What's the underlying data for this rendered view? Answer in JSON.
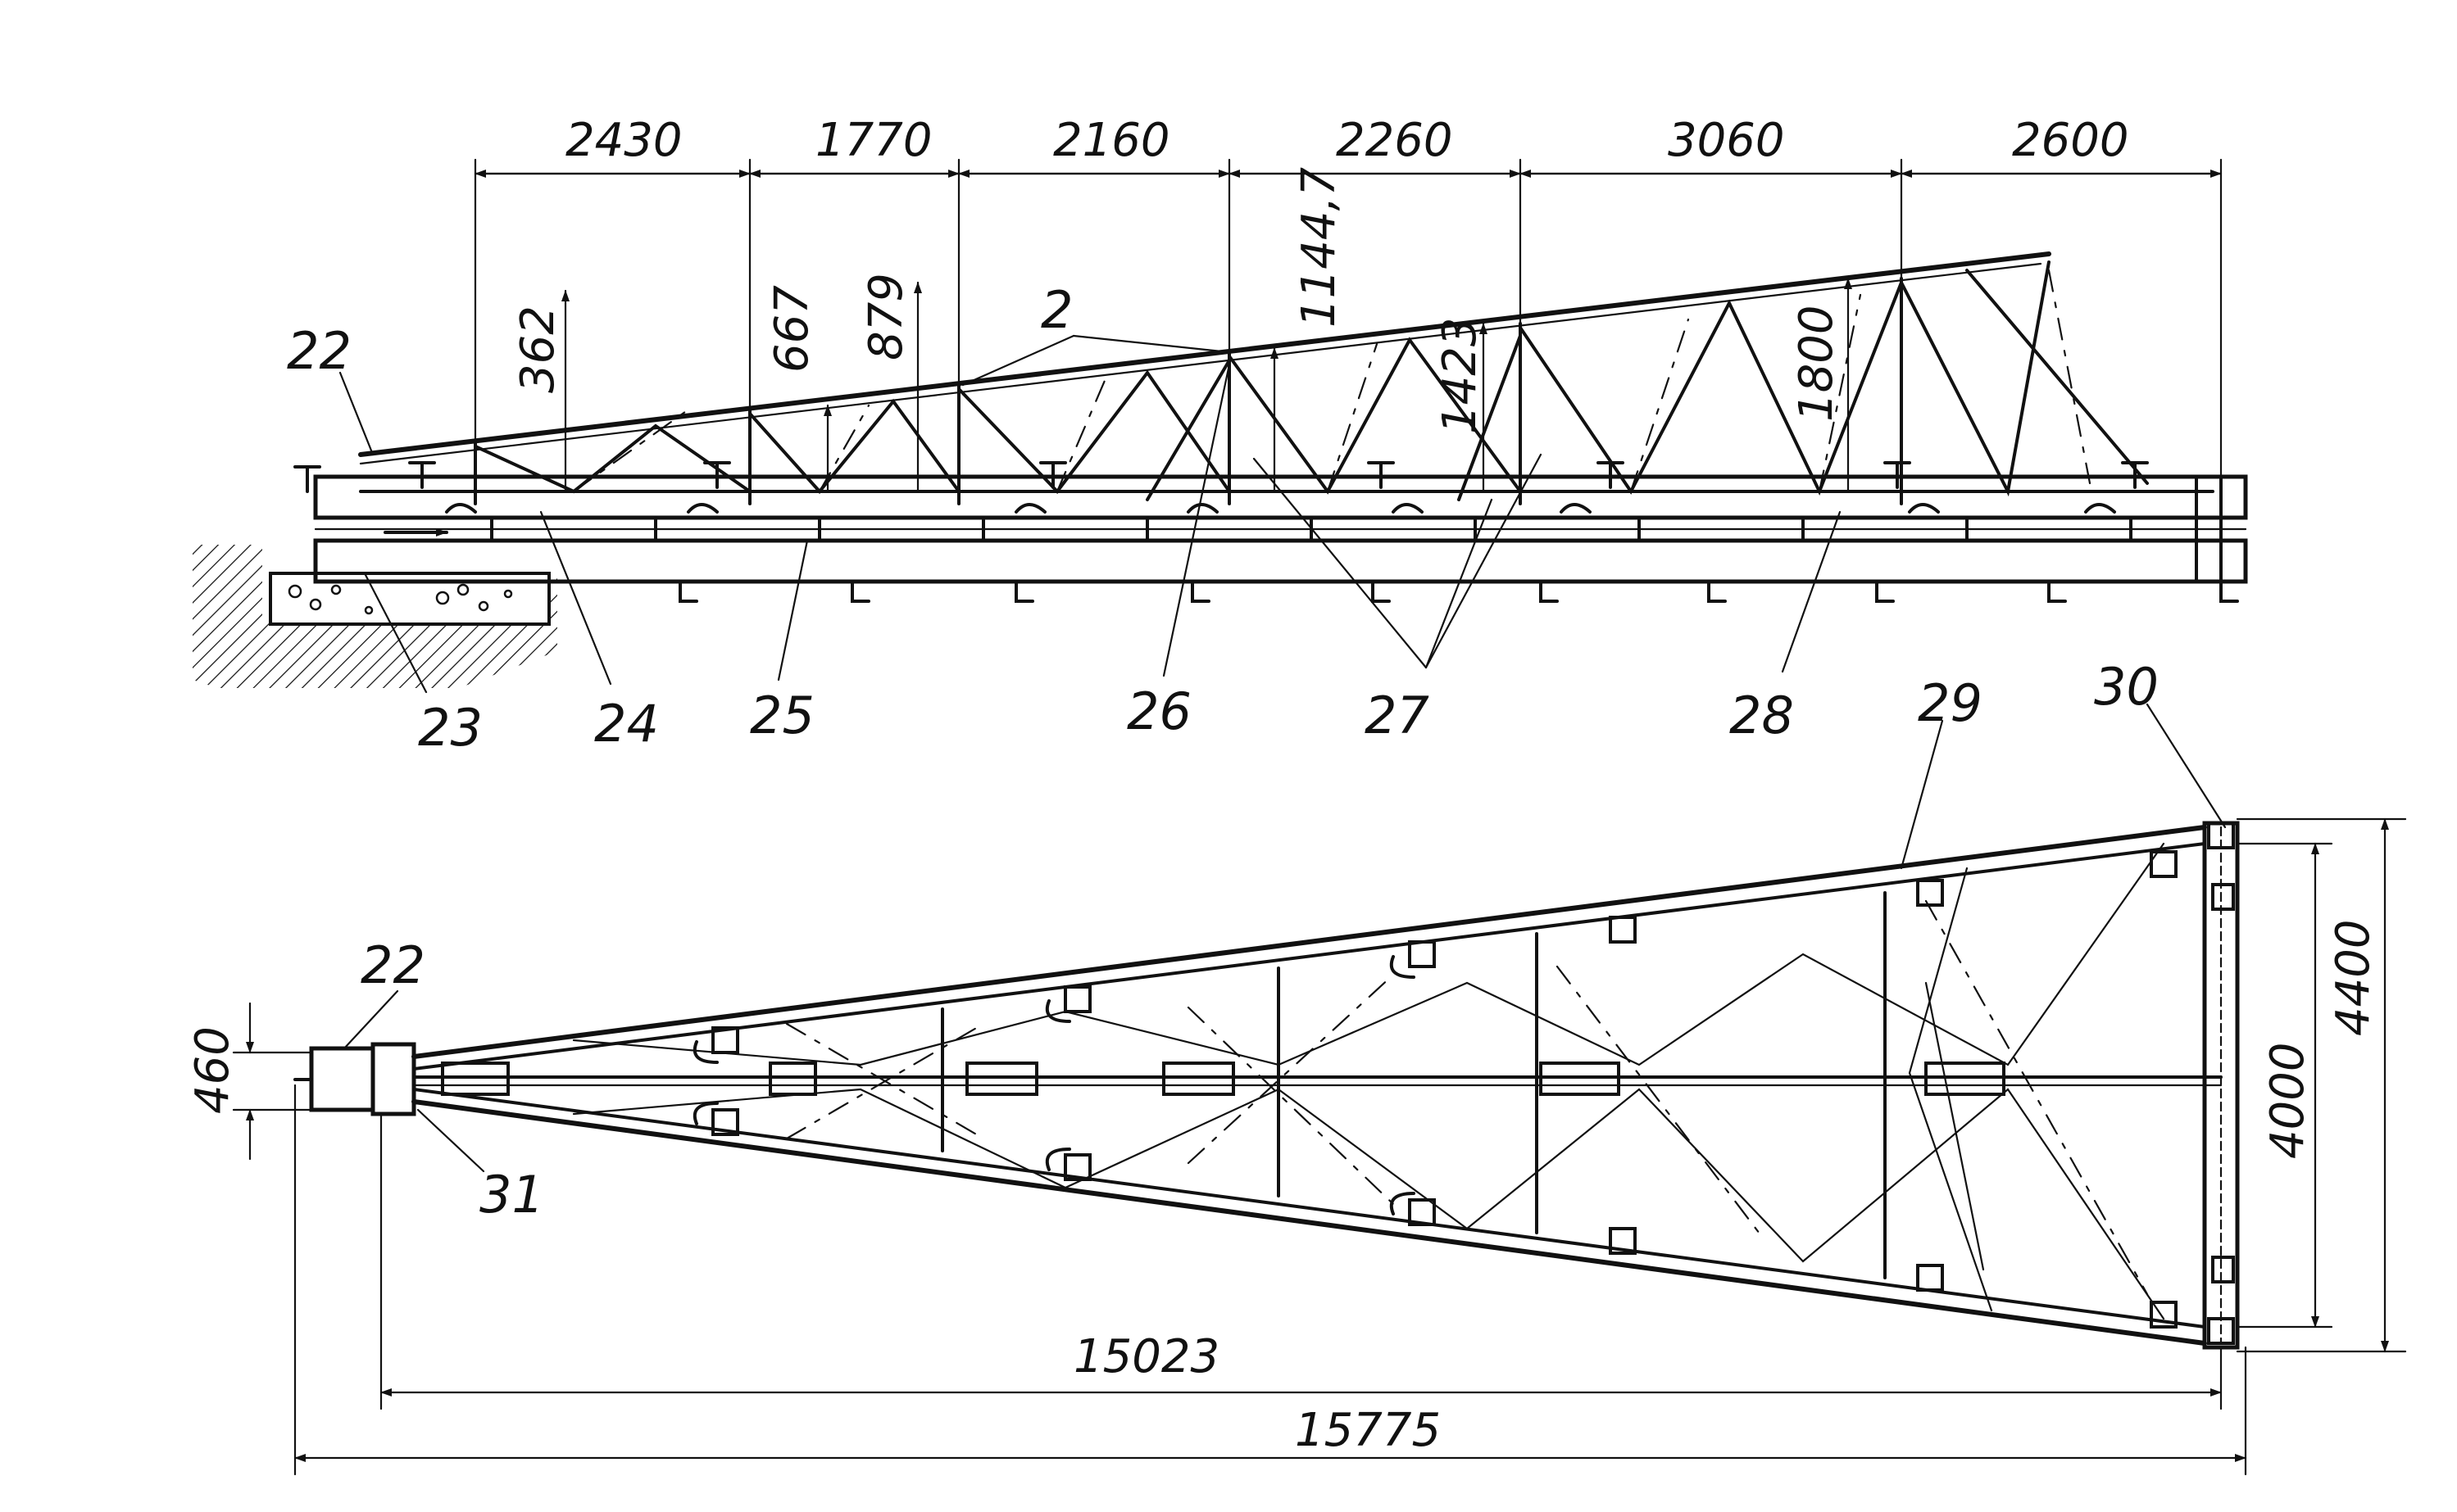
{
  "top_view": {
    "spans": [
      "2430",
      "1770",
      "2160",
      "2260",
      "3060",
      "2600"
    ],
    "heights": [
      "362",
      "667",
      "879",
      "1144,7",
      "1423",
      "1800"
    ],
    "labels": [
      "22",
      "2",
      "23",
      "24",
      "25",
      "26",
      "27",
      "28",
      "29",
      "30"
    ]
  },
  "bottom_view": {
    "width_small": "460",
    "width_inner": "4000",
    "width_outer": "4400",
    "length_inner": "15023",
    "length_outer": "15775",
    "labels": [
      "22",
      "31"
    ]
  },
  "colors": {
    "ink": "#111111",
    "paper": "#ffffff"
  }
}
